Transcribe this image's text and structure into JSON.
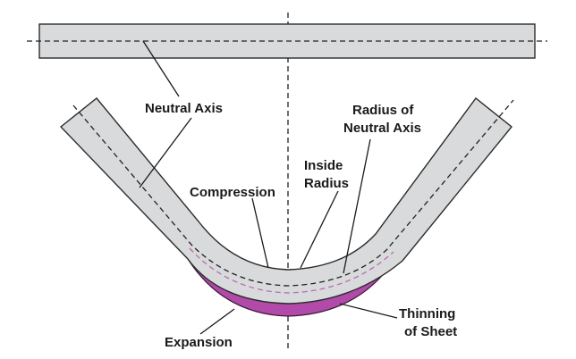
{
  "labels": {
    "neutral_axis": "Neutral Axis",
    "radius_of_neutral_axis_line1": "Radius of",
    "radius_of_neutral_axis_line2": "Neutral Axis",
    "inside_radius_line1": "Inside",
    "inside_radius_line2": "Radius",
    "compression": "Compression",
    "expansion": "Expansion",
    "thinning_of_sheet_line1": "Thinning",
    "thinning_of_sheet_line2": "of Sheet"
  },
  "colors": {
    "sheet_fill": "#d9dadb",
    "outline": "#2b2b2b",
    "thinning_fill": "#b14aa8",
    "compression_dash": "#b36fb3"
  }
}
